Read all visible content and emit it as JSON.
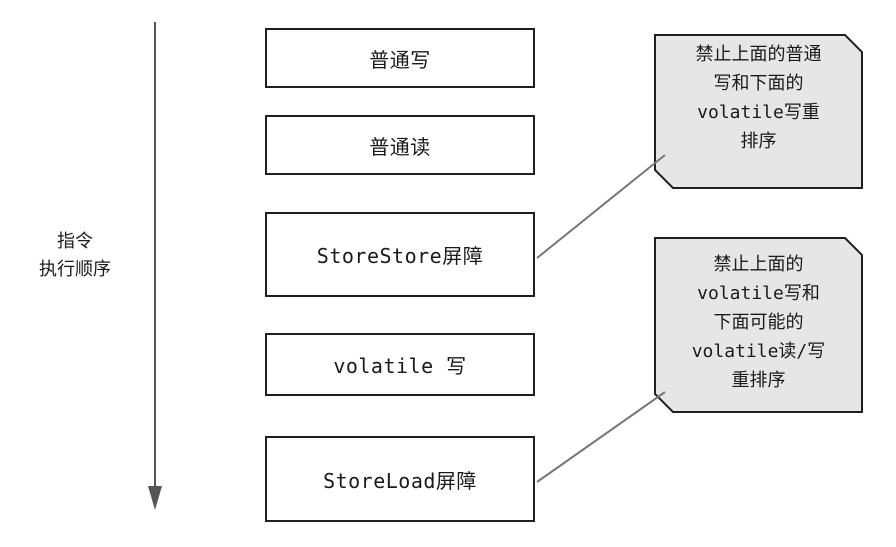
{
  "axis": {
    "line1": "指令",
    "line2": "执行顺序"
  },
  "boxes": [
    {
      "label": "普通写"
    },
    {
      "label": "普通读"
    },
    {
      "label": "StoreStore屏障"
    },
    {
      "label": "volatile 写"
    },
    {
      "label": "StoreLoad屏障"
    }
  ],
  "notes": [
    {
      "lines": [
        "禁止上面的普通",
        "写和下面的",
        "volatile写重",
        "排序"
      ]
    },
    {
      "lines": [
        "禁止上面的",
        "volatile写和",
        "下面可能的",
        "volatile读/写",
        "重排序"
      ]
    }
  ],
  "colors": {
    "note_fill": "#e6e6e6",
    "stroke": "#1f1f1f",
    "connector": "#777777"
  }
}
